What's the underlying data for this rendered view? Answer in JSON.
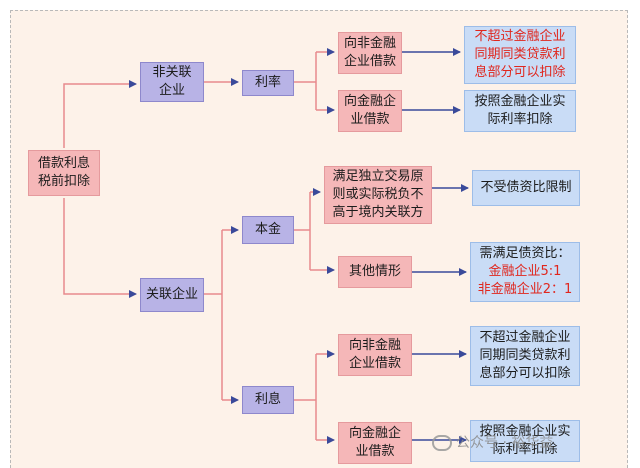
{
  "root": {
    "label": "借款利息\n税前扣除"
  },
  "non_related": {
    "label": "非关联\n企业",
    "rate": "利率",
    "to_non_financial": "向非金融\n企业借款",
    "to_financial": "向金融企\n业借款",
    "result_non_financial": "不超过金融企业\n同期同类贷款利\n息部分可以扣除",
    "result_financial": "按照金融企业实\n际利率扣除"
  },
  "related": {
    "label": "关联企业",
    "principal": "本金",
    "interest": "利息",
    "arm_length": "满足独立交易原\n则或实际税负不\n高于境内关联方",
    "other": "其他情形",
    "no_limit": "不受债资比限制",
    "ratio_title": "需满足债资比：",
    "ratio_financial": "金融企业5:1",
    "ratio_non_financial": "非金融企业2：1",
    "to_non_financial": "向非金融\n企业借款",
    "to_financial": "向金融企\n业借款",
    "result_non_financial": "不超过金融企业\n同期同类贷款利\n息部分可以扣除",
    "result_financial": "按照金融企业实\n际利率扣除"
  },
  "watermark": {
    "text": "公众号 · 裕华益"
  },
  "colors": {
    "line": "#e88a8d",
    "arrow": "#3a4a9a",
    "pink": "#f5b7b8",
    "purple": "#b8b3e6",
    "blue": "#c9dcf6",
    "accent_red": "#e0261d"
  }
}
